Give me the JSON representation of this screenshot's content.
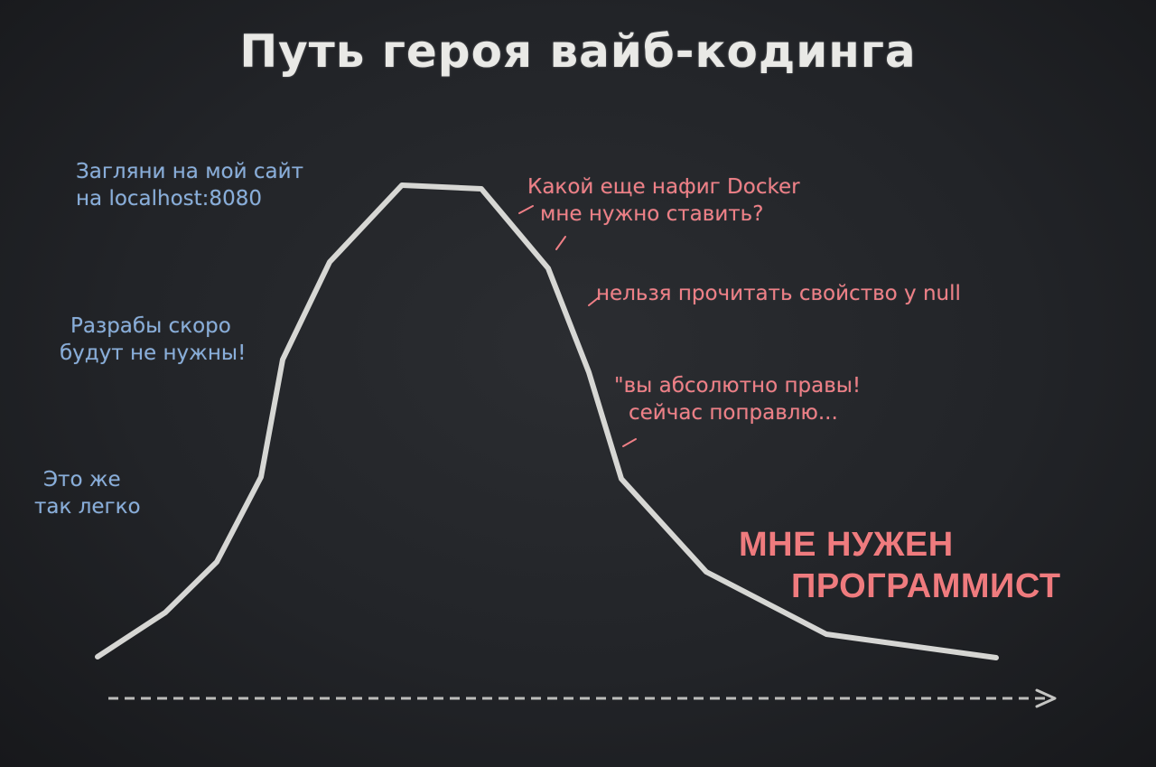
{
  "title": "Путь героя вайб-кодинга",
  "notes": {
    "easy": {
      "line1": "Это же",
      "line2": "так легко"
    },
    "devs": {
      "line1": "Разрабы скоро",
      "line2": "будут не нужны!"
    },
    "localhost": {
      "line1": "Загляни на мой сайт",
      "line2": "на localhost:8080"
    },
    "docker": {
      "line1": "Какой еще нафиг Docker",
      "line2": "мне нужно ставить?"
    },
    "null": {
      "line1": "нельзя прочитать свойство у null"
    },
    "right": {
      "line1": "\"вы абсолютно правы!",
      "line2": "сейчас поправлю..."
    },
    "programmer": {
      "line1": "МНЕ НУЖЕН",
      "line2": "ПРОГРАММИСТ"
    }
  },
  "colors": {
    "background": "#222428",
    "chalk_white": "#e6e6e3",
    "chalk_blue": "#88aedb",
    "chalk_pink": "#ef7f86"
  }
}
